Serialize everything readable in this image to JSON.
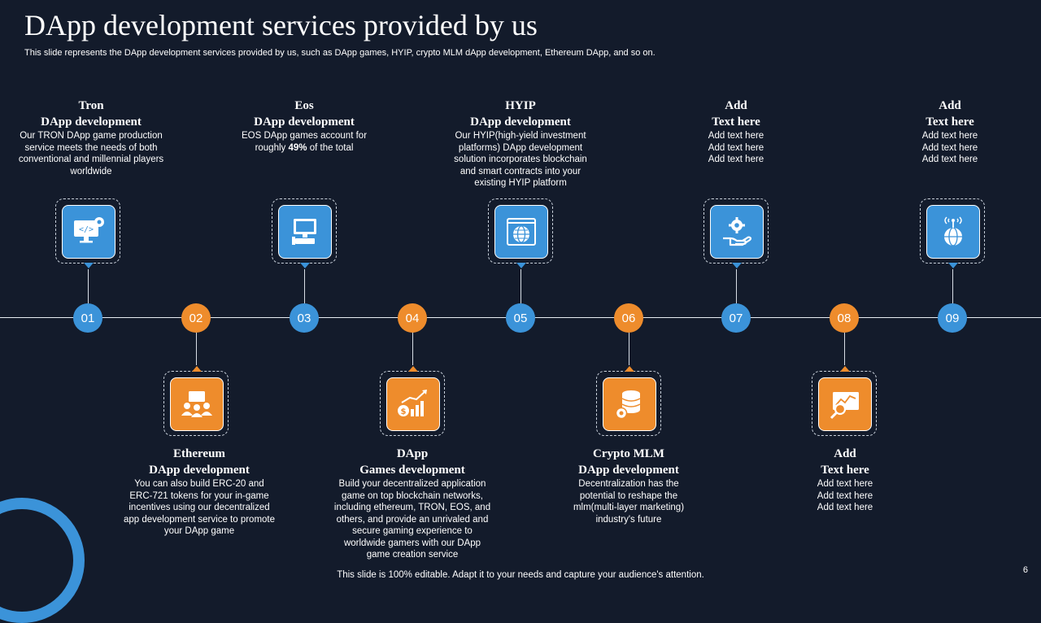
{
  "title": "DApp development services provided by us",
  "subtitle": "This slide represents the DApp development services provided by us, such as DApp games, HYIP,  crypto MLM  dApp development, Ethereum DApp, and so on.",
  "colors": {
    "background": "#131b2b",
    "blue": "#3b93d9",
    "orange": "#ee8c2c"
  },
  "steps": [
    {
      "number": "01",
      "color": "blue",
      "position": "top",
      "icon": "computer-code-icon",
      "heading1": "Tron",
      "heading2": "DApp development",
      "desc": "Our TRON DApp game production service meets the needs of both conventional and millennial players worldwide"
    },
    {
      "number": "02",
      "color": "orange",
      "position": "bottom",
      "icon": "team-meeting-icon",
      "heading1": "Ethereum",
      "heading2": "DApp  development",
      "desc": "You can also build ERC-20 and ERC-721 tokens for your in-game incentives using our decentralized app development service to promote your DApp game"
    },
    {
      "number": "03",
      "color": "blue",
      "position": "top",
      "icon": "desktop-computer-icon",
      "heading1": "Eos",
      "heading2": "DApp development",
      "desc_pre": "EOS DApp games account for roughly ",
      "desc_bold": "49%",
      "desc_post": " of the total"
    },
    {
      "number": "04",
      "color": "orange",
      "position": "bottom",
      "icon": "growth-chart-icon",
      "heading1": "DApp",
      "heading2": "Games development",
      "desc": "Build your decentralized application game on top blockchain networks, including ethereum, TRON, EOS, and others, and provide an unrivaled and secure gaming experience to worldwide gamers with our DApp game creation service"
    },
    {
      "number": "05",
      "color": "blue",
      "position": "top",
      "icon": "globe-browser-icon",
      "heading1": "HYIP",
      "heading2": "DApp development",
      "desc": "Our HYIP(high-yield investment platforms) DApp development solution incorporates blockchain and smart contracts into your existing HYIP platform"
    },
    {
      "number": "06",
      "color": "orange",
      "position": "bottom",
      "icon": "database-gear-icon",
      "heading1": "Crypto MLM",
      "heading2": "DApp development",
      "desc": "Decentralization has the potential to reshape the mlm(multi-layer marketing) industry's future"
    },
    {
      "number": "07",
      "color": "blue",
      "position": "top",
      "icon": "hand-gear-icon",
      "heading1": "Add",
      "heading2": "Text here",
      "desc": "Add text here\nAdd text here\nAdd text here"
    },
    {
      "number": "08",
      "color": "orange",
      "position": "bottom",
      "icon": "analytics-magnifier-icon",
      "heading1": "Add",
      "heading2": "Text here",
      "desc": "Add text here\nAdd text here\nAdd text here"
    },
    {
      "number": "09",
      "color": "blue",
      "position": "top",
      "icon": "globe-signal-icon",
      "heading1": "Add",
      "heading2": "Text here",
      "desc": "Add text here\nAdd text here\nAdd text here"
    }
  ],
  "footer": "This slide is 100% editable. Adapt it to your needs and capture your audience's attention.",
  "page_number": "6"
}
